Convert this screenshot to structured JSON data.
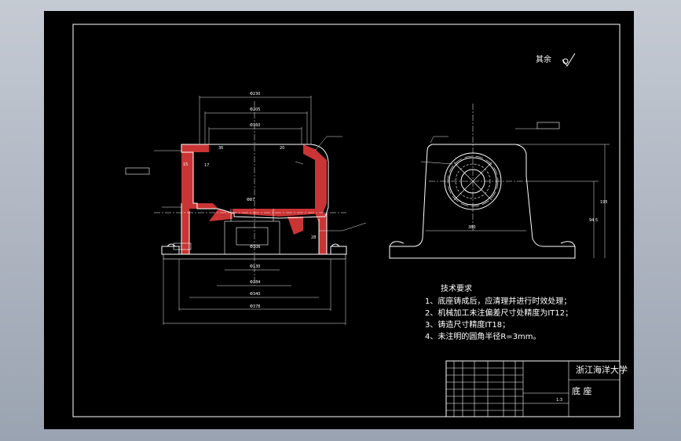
{
  "surface_finish_label": "其余",
  "tech_requirements": {
    "title": "技术要求",
    "items": [
      "1、底座铸成后，应清理并进行时效处理；",
      "2、机械加工未注偏差尺寸处精度为IT12；",
      "3、铸造尺寸精度IT18；",
      "4、未注明的圆角半径R=3mm。"
    ]
  },
  "title_block": {
    "school": "浙江海洋大学",
    "part_name": "底  座",
    "scale": "1:3"
  },
  "left_view_dims": {
    "d1": "Φ230",
    "d2": "Φ205",
    "d3": "Φ160",
    "d4": "Φ87",
    "d5": "Φ106",
    "d6": "Φ130",
    "d7": "Φ284",
    "d8": "Φ340",
    "d9": "Φ378",
    "side1": "15",
    "side2": "17",
    "side3": "20",
    "side4": "28",
    "side5": "36"
  },
  "right_view_dims": {
    "width": "380",
    "height1": "195",
    "height2": "94.5"
  },
  "colors": {
    "sheet": "#000000",
    "line": "#ffffff",
    "section_fill": "#c93434",
    "accent": "#f5e600"
  }
}
